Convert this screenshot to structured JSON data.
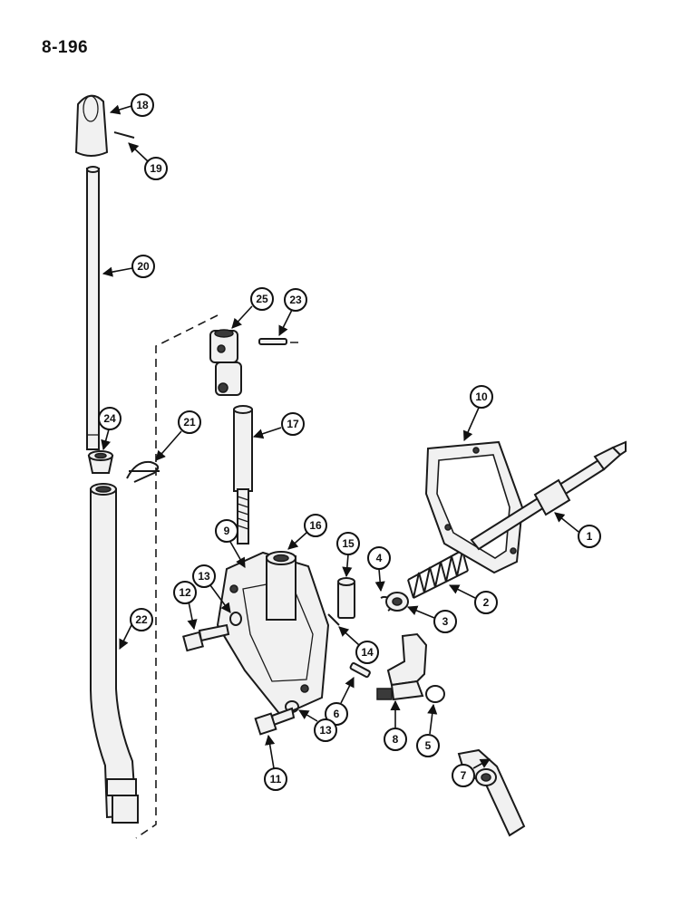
{
  "page": {
    "number": "8-196"
  },
  "callouts": {
    "c1": "1",
    "c2": "2",
    "c3": "3",
    "c4": "4",
    "c5": "5",
    "c6": "6",
    "c7": "7",
    "c8": "8",
    "c9": "9",
    "c10": "10",
    "c11": "11",
    "c12": "12",
    "c13a": "13",
    "c13b": "13",
    "c14": "14",
    "c15": "15",
    "c16": "16",
    "c17": "17",
    "c18": "18",
    "c19": "19",
    "c20": "20",
    "c21": "21",
    "c22": "22",
    "c23": "23",
    "c24": "24",
    "c25": "25"
  }
}
